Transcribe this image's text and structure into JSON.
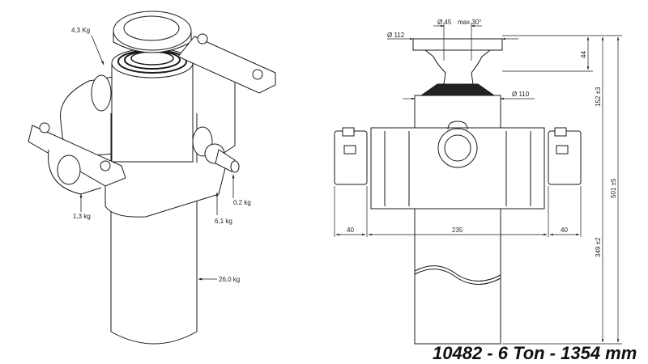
{
  "title": "10482 - 6 Ton - 1354 mm",
  "isometric_view": {
    "weights": {
      "top_bracket": "4,3 Kg",
      "left_clamp": "1,3 kg",
      "trunnion_housing": "6,1 kg",
      "fitting": "0,2 kg",
      "cylinder": "26,0 kg"
    }
  },
  "front_view": {
    "dimensions": {
      "head_diameter": "Ø 112",
      "ball_diameter": "Ø 45",
      "tilt": "max 30°",
      "body_diameter": "Ø 110",
      "head_height": "44",
      "upper_height": "152 ±3",
      "total_height": "501 ±5",
      "lower_height": "349 ±2",
      "left_width": "40",
      "center_width": "235",
      "right_width": "40"
    }
  },
  "colors": {
    "line": "#1a1a1a",
    "background": "#ffffff"
  }
}
